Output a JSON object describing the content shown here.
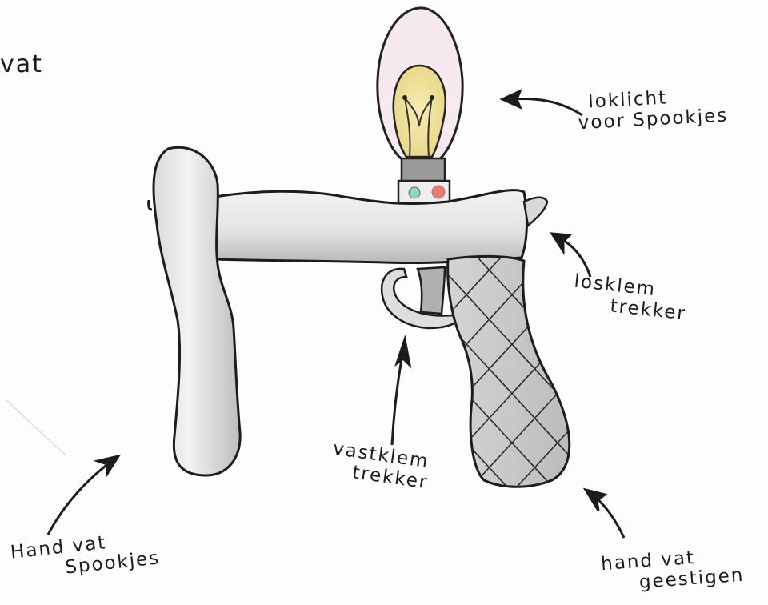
{
  "labels": {
    "title_fragment": "vat",
    "lock_light": [
      "loklicht",
      "voor Spookjes"
    ],
    "release_trigger": [
      "losklem",
      "trekker"
    ],
    "lock_trigger": [
      "vastklem",
      "trekker"
    ],
    "handle_ghosts": [
      "Hand vat",
      "Spookjes"
    ],
    "handle_spirits": [
      "hand vat",
      "geestigen"
    ]
  },
  "colors": {
    "ink": "#1c1c1c",
    "metal_light": "#eeeeee",
    "metal_shade": "#b8b8b8",
    "bulb_glow": "#f3e9a8",
    "bulb_outline": "#222222",
    "led_green": "#8fd6c4",
    "led_red": "#e27d7d",
    "bulb_pink": "#f4e3ec"
  }
}
